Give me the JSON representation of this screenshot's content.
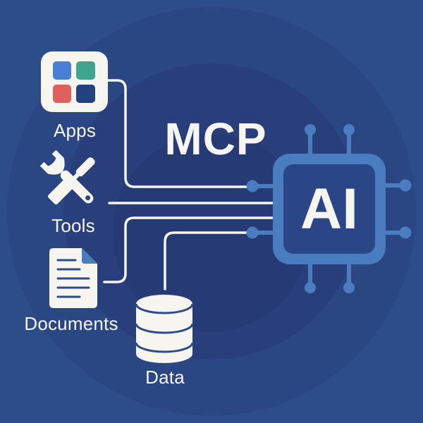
{
  "title": "MCP",
  "hub": {
    "label": "AI",
    "icon": "chip-icon"
  },
  "sources": [
    {
      "id": "apps",
      "label": "Apps",
      "icon": "app-grid-icon"
    },
    {
      "id": "tools",
      "label": "Tools",
      "icon": "wrench-screwdriver-icon"
    },
    {
      "id": "documents",
      "label": "Documents",
      "icon": "document-icon"
    },
    {
      "id": "data",
      "label": "Data",
      "icon": "database-icon"
    }
  ],
  "colors": {
    "background": "#2c4a87",
    "ring_inner": "#263d78",
    "ring_middle": "#29427f",
    "chip": "#4a7cc0",
    "chip_inner": "#2a4686",
    "foreground": "#f7f5ef",
    "app_blue": "#4a80d4",
    "app_green": "#3fa68d",
    "app_red": "#e06060",
    "app_navy": "#23427f"
  }
}
